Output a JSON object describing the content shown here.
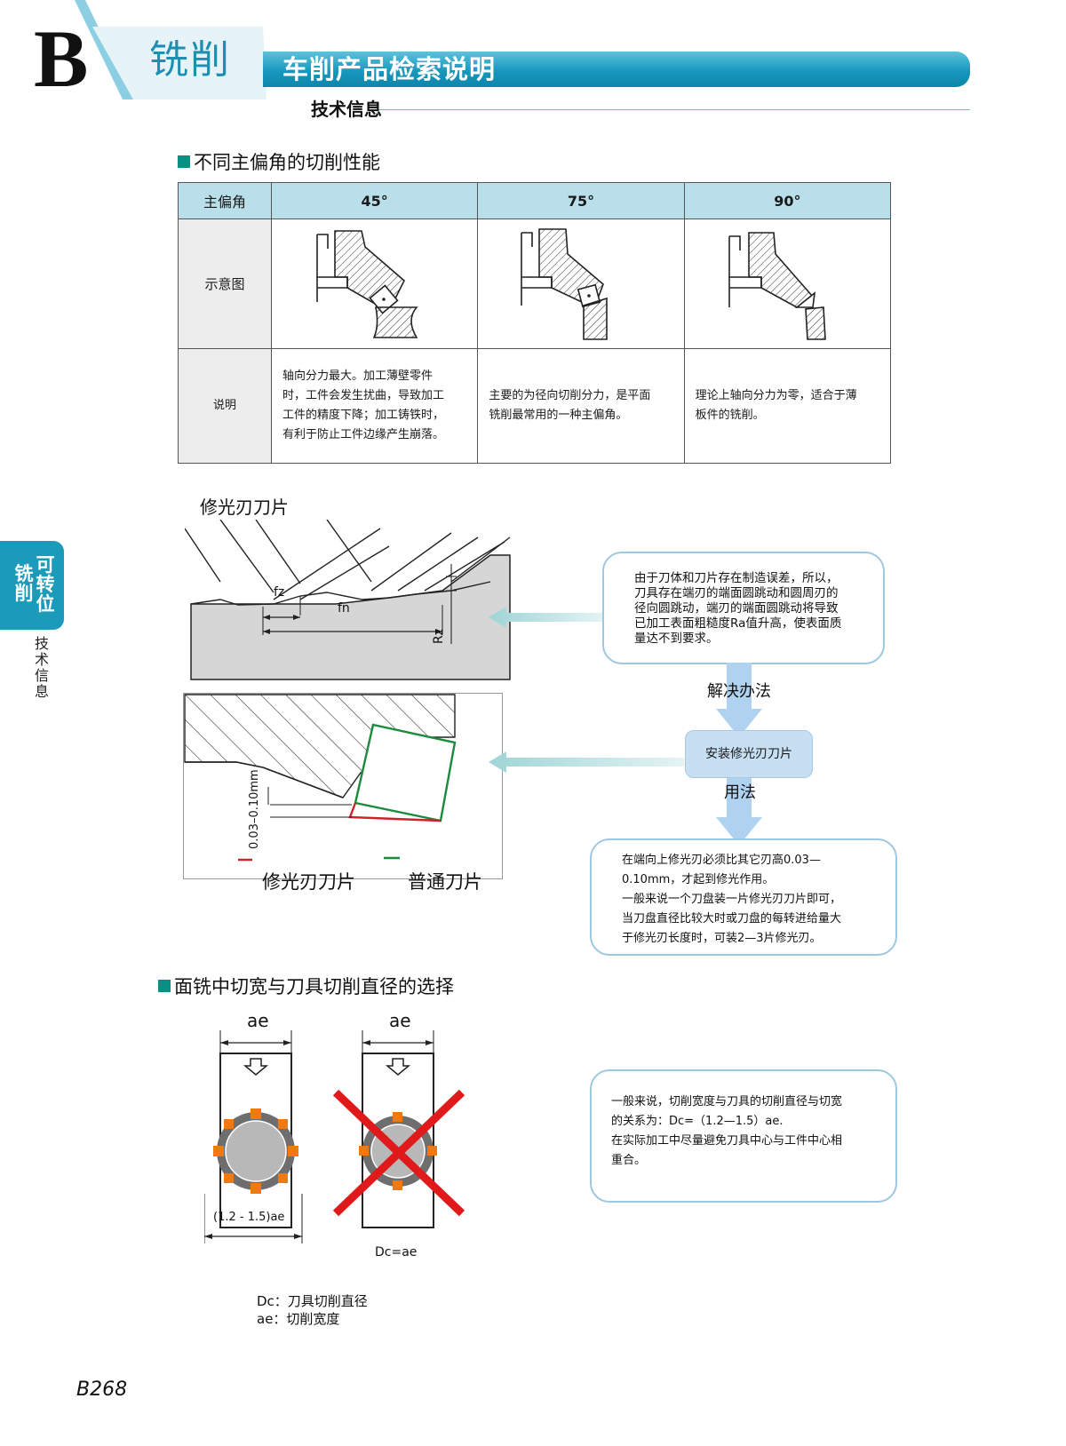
{
  "header": {
    "letter": "B",
    "section": "铣削",
    "banner_title": "车削产品检索说明",
    "subtitle": "技术信息"
  },
  "section1": {
    "title": "不同主偏角的切削性能",
    "table": {
      "row_labels": [
        "主偏角",
        "示意图",
        "说明"
      ],
      "angles": [
        "45°",
        "75°",
        "90°"
      ],
      "descriptions": [
        [
          "轴向分力最大。加工薄壁零件",
          "时，工件会发生扰曲，导致加工",
          "工件的精度下降；加工铸铁时，",
          "有利于防止工件边缘产生崩落。"
        ],
        [
          "主要的为径向切削分力，是平面",
          "铣削最常用的一种主偏角。"
        ],
        [
          "理论上轴向分力为零，适合于薄",
          "板件的铣削。"
        ]
      ]
    }
  },
  "side_tab": {
    "col1": "铣削",
    "col2": "可转位",
    "sub": "技术信息"
  },
  "section2": {
    "title": "修光刃刀片",
    "labels": {
      "fz": "fz",
      "fn": "fn",
      "rz": "Rz",
      "dim": "0.03–0.10mm"
    },
    "legend": {
      "wiper": "修光刃刀片",
      "normal": "普通刀片"
    },
    "info_top": [
      "由于刀体和刀片存在制造误差，所以，",
      "刀具存在端刃的端面圆跳动和圆周刃的",
      "径向圆跳动，端刃的端面圆跳动将导致",
      "已加工表面粗糙度Ra值升高，使表面质",
      "量达不到要求。"
    ],
    "solution_label": "解决办法",
    "solution_box": "安装修光刃刀片",
    "usage_label": "用法",
    "info_bottom": [
      "在端向上修光刃必须比其它刃高0.03—",
      "0.10mm，才起到修光作用。",
      "一般来说一个刀盘装一片修光刃刀片即可，",
      "当刀盘直径比较大时或刀盘的每转进给量大",
      "于修光刃长度时，可装2—3片修光刃。"
    ],
    "colors": {
      "wiper": "#d0202a",
      "normal": "#1a8a3c"
    }
  },
  "section3": {
    "title": "面铣中切宽与刀具切削直径的选择",
    "ae_label": "ae",
    "dim_label": "(1.2 - 1.5)ae",
    "wrong_label": "Dc=ae",
    "notes": [
      "Dc：刀具切削直径",
      "ae：切削宽度"
    ],
    "info": [
      "一般来说，切削宽度与刀具的切削直径与切宽",
      "的关系为：Dc=（1.2—1.5）ae.",
      "在实际加工中尽量避免刀具中心与工件中心相",
      "重合。"
    ]
  },
  "page_number": "B268",
  "colors": {
    "accent": "#1b9aba",
    "heading_square": "#0a8f83",
    "table_header": "#b9e0ea"
  }
}
